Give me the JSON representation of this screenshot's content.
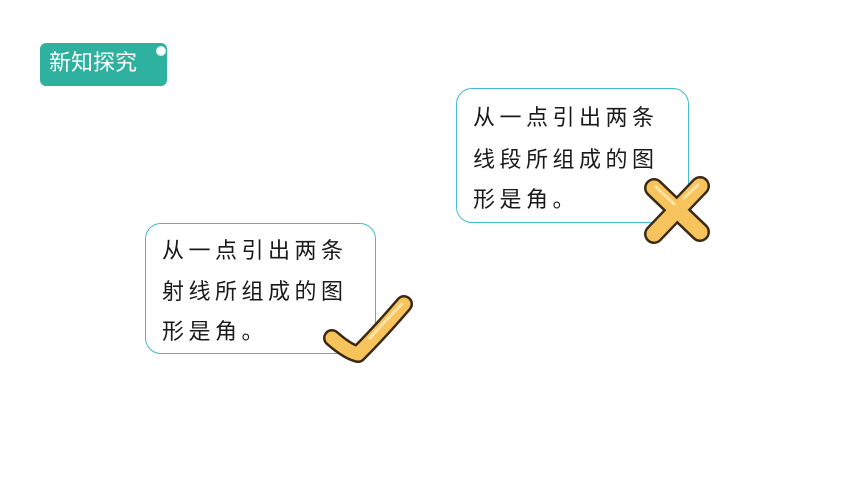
{
  "section_tag": {
    "label": "新知探究"
  },
  "cards": {
    "wrong": {
      "lines": [
        "从一点引出两条",
        "线段所组成的图",
        "形是角。"
      ],
      "verdict_icon": "cross-icon"
    },
    "right": {
      "lines": [
        "从一点引出两条",
        "射线所组成的图",
        "形是角。"
      ],
      "verdict_icon": "check-icon"
    }
  },
  "colors": {
    "tag_bg": "#2fb1a0",
    "card_border": "#43b9d6",
    "mark_fill": "#f7c35c",
    "mark_outline": "#3a2a14"
  }
}
